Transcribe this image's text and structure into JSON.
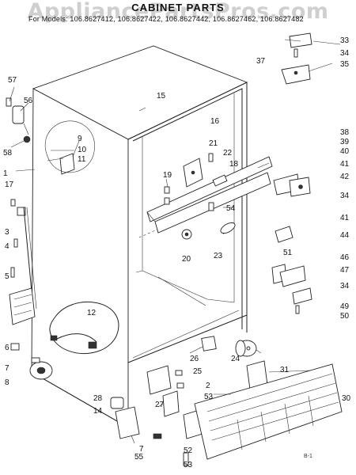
{
  "header": {
    "watermark": "AppliancePartsPros.com",
    "title": "CABINET PARTS",
    "models_line": "For Models: 106.8627412, 106.8627422, 106.8627442, 106.8627462, 106.8627482"
  },
  "diagram": {
    "drawing_code": "B-1",
    "callouts": [
      "57",
      "56",
      "58",
      "1",
      "17",
      "3",
      "4",
      "5",
      "6",
      "7",
      "8",
      "9",
      "10",
      "11",
      "12",
      "14",
      "15",
      "16",
      "18",
      "19",
      "20",
      "21",
      "22",
      "23",
      "24",
      "25",
      "26",
      "27",
      "28",
      "2",
      "52",
      "53",
      "55",
      "30",
      "31",
      "33",
      "34",
      "35",
      "37",
      "38",
      "39",
      "40",
      "41",
      "42",
      "44",
      "46",
      "47",
      "49",
      "50",
      "51",
      "54"
    ]
  }
}
